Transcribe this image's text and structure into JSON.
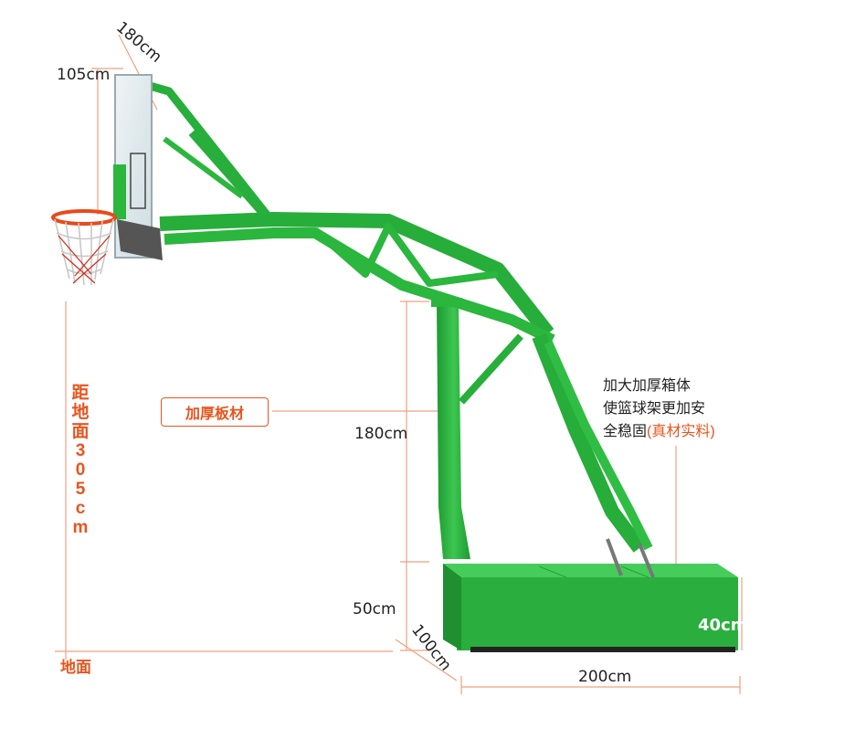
{
  "dimensions": {
    "backboard_height": "105cm",
    "backboard_width": "180cm",
    "rim_height": "距地面305cm",
    "post_height": "180cm",
    "base_height_front": "50cm",
    "base_depth": "100cm",
    "base_length": "200cm",
    "base_height_back": "40cm"
  },
  "labels": {
    "ground": "地面",
    "thick_plate": "加厚板材",
    "desc_line1": "加大加厚箱体",
    "desc_line2": "使篮球架更加安",
    "desc_line3": "全稳固",
    "desc_paren": "(真材实料)"
  },
  "colors": {
    "frame_green": "#29b53c",
    "frame_dark": "#1a8a2a",
    "base_green": "#2fba45",
    "accent_orange": "#e8541e",
    "rim_orange": "#e84a1a",
    "dim_line": "#f0a080",
    "dim_text": "#222222"
  }
}
